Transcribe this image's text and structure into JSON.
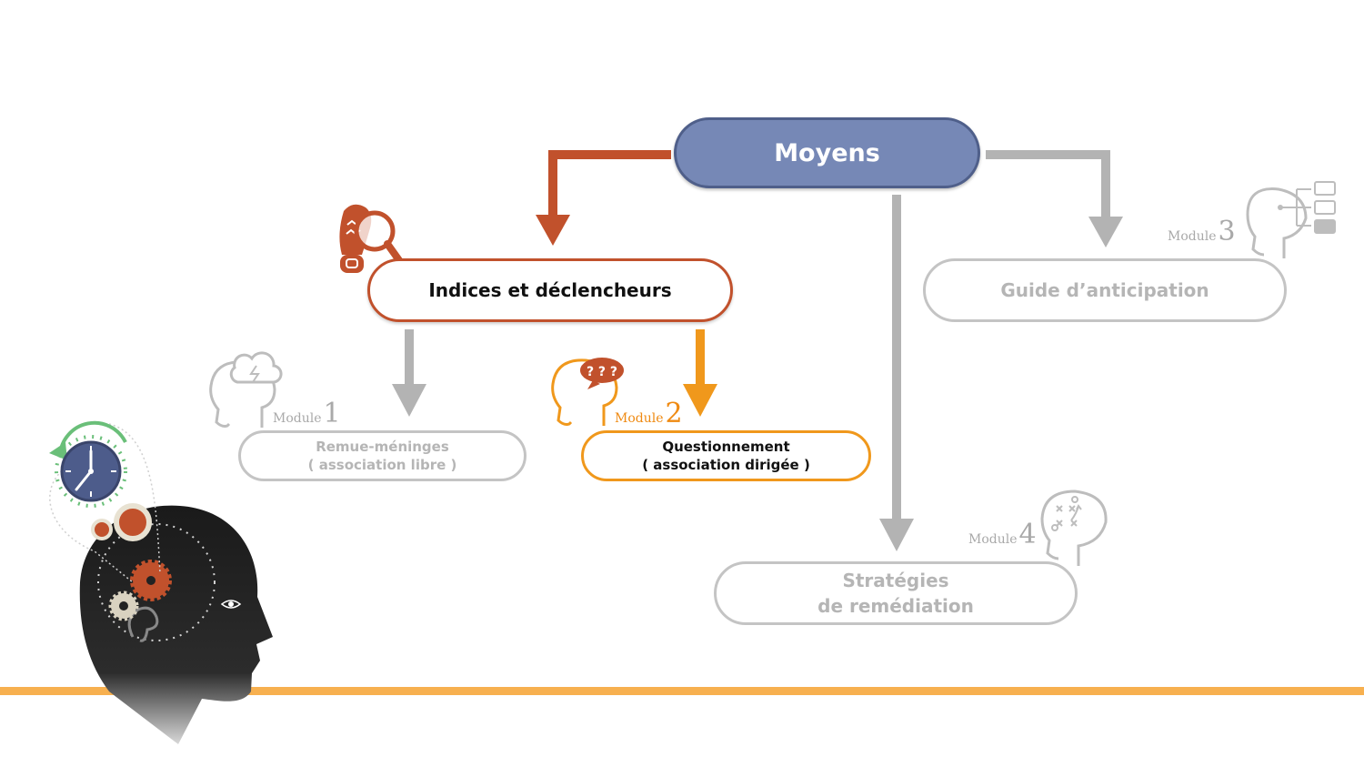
{
  "nodes": {
    "root": {
      "label": "Moyens"
    },
    "indices": {
      "label": "Indices et déclencheurs"
    },
    "guide": {
      "label": "Guide d’anticipation",
      "module_word": "Module",
      "module_number": "3"
    },
    "remue": {
      "line1": "Remue-méninges",
      "line2": "( association libre )",
      "module_word": "Module",
      "module_number": "1"
    },
    "questionnement": {
      "line1": "Questionnement",
      "line2": "( association dirigée )",
      "module_word": "Module",
      "module_number": "2"
    },
    "strategies": {
      "line1": "Stratégies",
      "line2": "de remédiation",
      "module_word": "Module",
      "module_number": "4"
    }
  },
  "icons": [
    "footprint-magnifier-icon",
    "brainstorm-head-icon",
    "question-head-icon",
    "flowchart-head-icon",
    "strategy-head-icon",
    "clock-gears-head-icon"
  ],
  "colors": {
    "root_fill": "#7688b6",
    "root_border": "#4f5f8a",
    "active_red": "#c1512c",
    "active_orange": "#f0981c",
    "inactive_grey": "#c4c4c4",
    "baseline": "#f7b04f"
  }
}
